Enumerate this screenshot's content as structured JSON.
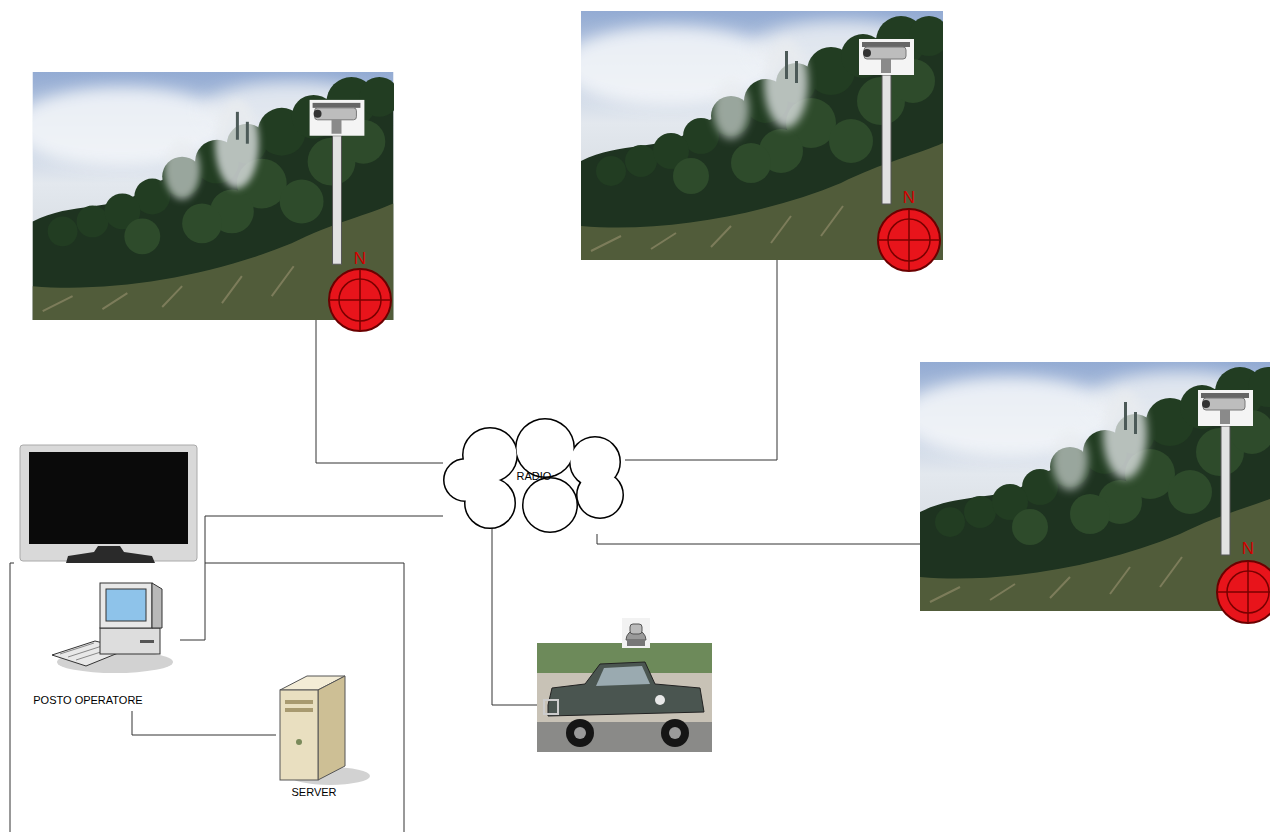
{
  "diagram": {
    "nodes": [
      {
        "text": [
          "N"
        ]
      },
      {
        "text": [
          "N"
        ]
      },
      {
        "text": [
          "N"
        ]
      },
      {
        "text": [
          "RADIO"
        ]
      },
      {
        "text": [
          "POSTO OPERATORE"
        ]
      },
      {
        "text": [
          "SERVER"
        ]
      }
    ],
    "edges": [
      {
        "from": 0,
        "to": 3,
        "arrow": "none"
      },
      {
        "from": 1,
        "to": 3,
        "arrow": "none"
      },
      {
        "from": 3,
        "to": 2,
        "arrow": "none"
      },
      {
        "from": 3,
        "to": 4,
        "arrow": "none"
      },
      {
        "from": 4,
        "to": 5,
        "arrow": "none"
      }
    ]
  }
}
